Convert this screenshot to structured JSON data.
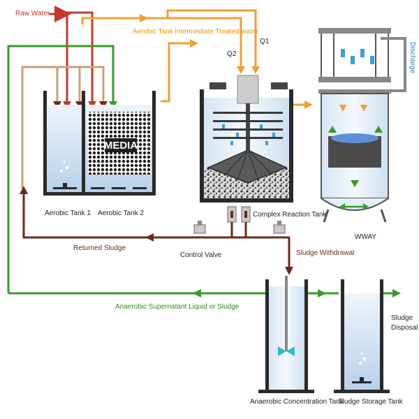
{
  "labels": {
    "raw_water": "Raw Water",
    "aerobic_intermediate": "Aerobic Tank Intermediate Treated water",
    "q1": "Q1",
    "q2": "Q2",
    "discharge": "Discharge",
    "media": "MEDIA",
    "aerobic_tank_1": "Aerobic Tank 1",
    "aerobic_tank_2": "Aerobic Tank 2",
    "complex_reaction_tank": "Complex Reaction Tank",
    "wway": "WWAY",
    "returned_sludge": "Returned Sludge",
    "control_valve": "Control Valve",
    "sludge_withdrawal": "Sludge Withdrawal",
    "anaerobic_supernatant": "Anaerobic Supernatant Liquid or Sludge",
    "sludge_disposal_1": "Sludge",
    "sludge_disposal_2": "Disposal",
    "anaerobic_concentration_tank": "Anaerobic Concentration Tank",
    "sludge_storage_tank": "Sludge Storage Tank"
  },
  "colors": {
    "raw_water": "#c0392b",
    "treated_water": "#f0a030",
    "returned_sludge": "#6b2a1a",
    "supernatant": "#3a9a2a",
    "tan_line": "#c8a078",
    "discharge": "#2a7fc4",
    "tank_wall": "#2a2a2a",
    "water": "#c9dcef"
  },
  "icons": [
    "valve-icon",
    "arrow-icon",
    "impeller-icon",
    "bubbles-icon"
  ]
}
